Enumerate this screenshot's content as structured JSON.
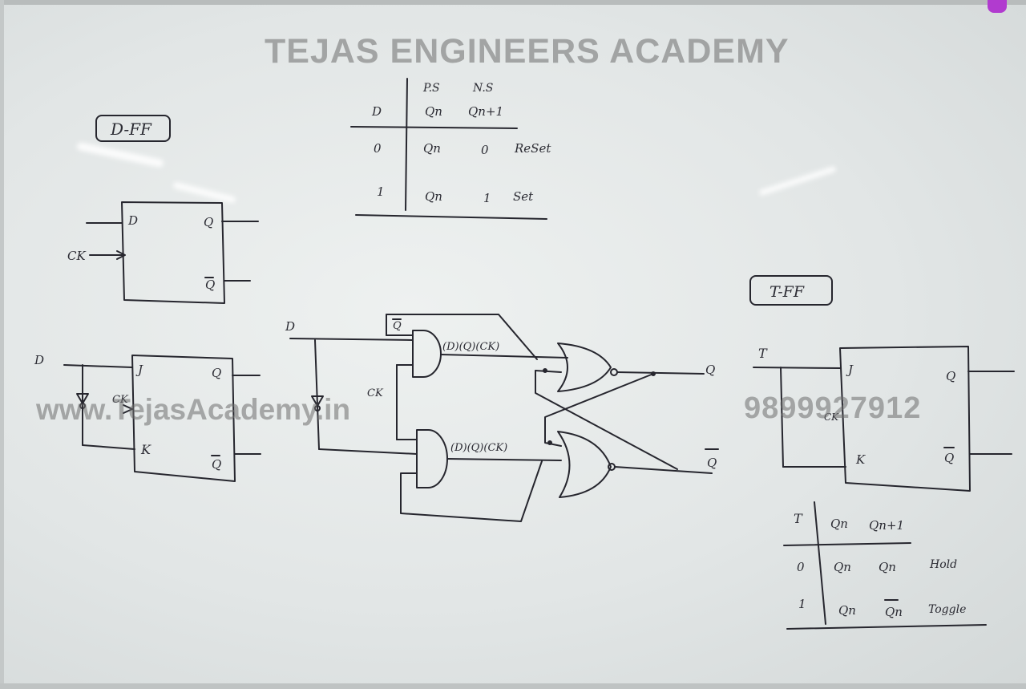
{
  "watermarks": {
    "title": "TEJAS ENGINEERS ACADEMY",
    "website": "www.TejasAcademy.in",
    "phone": "9899927912"
  },
  "d_ff": {
    "heading": "D-FF",
    "input_d": "D",
    "input_clock": "CK",
    "output_q": "Q",
    "output_qbar": "Q",
    "jk_input_label": "D",
    "jk_j": "J",
    "jk_k": "K",
    "jk_ck": "CK",
    "jk_q": "Q",
    "jk_qbar": "Q"
  },
  "d_table": {
    "top_labels": [
      "P.S",
      "N.S"
    ],
    "headers": [
      "D",
      "Qn",
      "Qn+1"
    ],
    "rows": [
      [
        "0",
        "Qn",
        "0",
        "ReSet"
      ],
      [
        "1",
        "Qn",
        "1",
        "Set"
      ]
    ]
  },
  "circuit": {
    "input_d": "D",
    "clock": "CK",
    "feedback_qbar": "Q",
    "and_top_expr": "(D)(Q)(CK)",
    "and_bottom_expr": "(D)(Q)(CK)",
    "output_q": "Q",
    "output_qbar": "Q"
  },
  "t_ff": {
    "heading": "T-FF",
    "input_t": "T",
    "j": "J",
    "k": "K",
    "ck": "CK",
    "q": "Q",
    "qbar": "Q"
  },
  "t_table": {
    "headers": [
      "T",
      "Qn",
      "Qn+1"
    ],
    "rows": [
      [
        "0",
        "Qn",
        "Qn",
        "Hold"
      ],
      [
        "1",
        "Qn",
        "Qn",
        "Toggle"
      ]
    ]
  }
}
